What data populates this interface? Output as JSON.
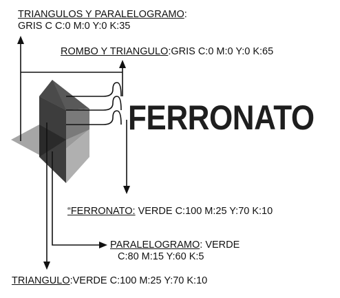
{
  "labels": {
    "triangulos": {
      "title": "TRIANGULOS Y PARALELOGRAMO",
      "colon": ":",
      "spec": "GRIS C C:0 M:0 Y:0 K:35"
    },
    "rombo": {
      "title": "ROMBO Y TRIANGULO",
      "spec": ":GRIS  C:0 M:0 Y:0 K:65"
    },
    "ferronato": {
      "title": "“FERRONATO:",
      "spec": " VERDE C:100 M:25 Y:70 K:10"
    },
    "paralelogramo": {
      "title": "PARALELOGRAMO",
      "spec_line1": ": VERDE",
      "spec_line2": "C:80 M:15 Y:60 K:5"
    },
    "triangulo": {
      "title": "TRIANGULO",
      "spec": ":VERDE C:100 M:25 Y:70 K:10"
    }
  },
  "logo": {
    "wordmark": "FERRONATO"
  },
  "colors": {
    "gris_35": "#a6a6a6",
    "gris_65": "#595959",
    "verde_ferronato": "#1f5a3c",
    "verde_paralelogramo": "#2f7a52",
    "ink": "#111111"
  }
}
